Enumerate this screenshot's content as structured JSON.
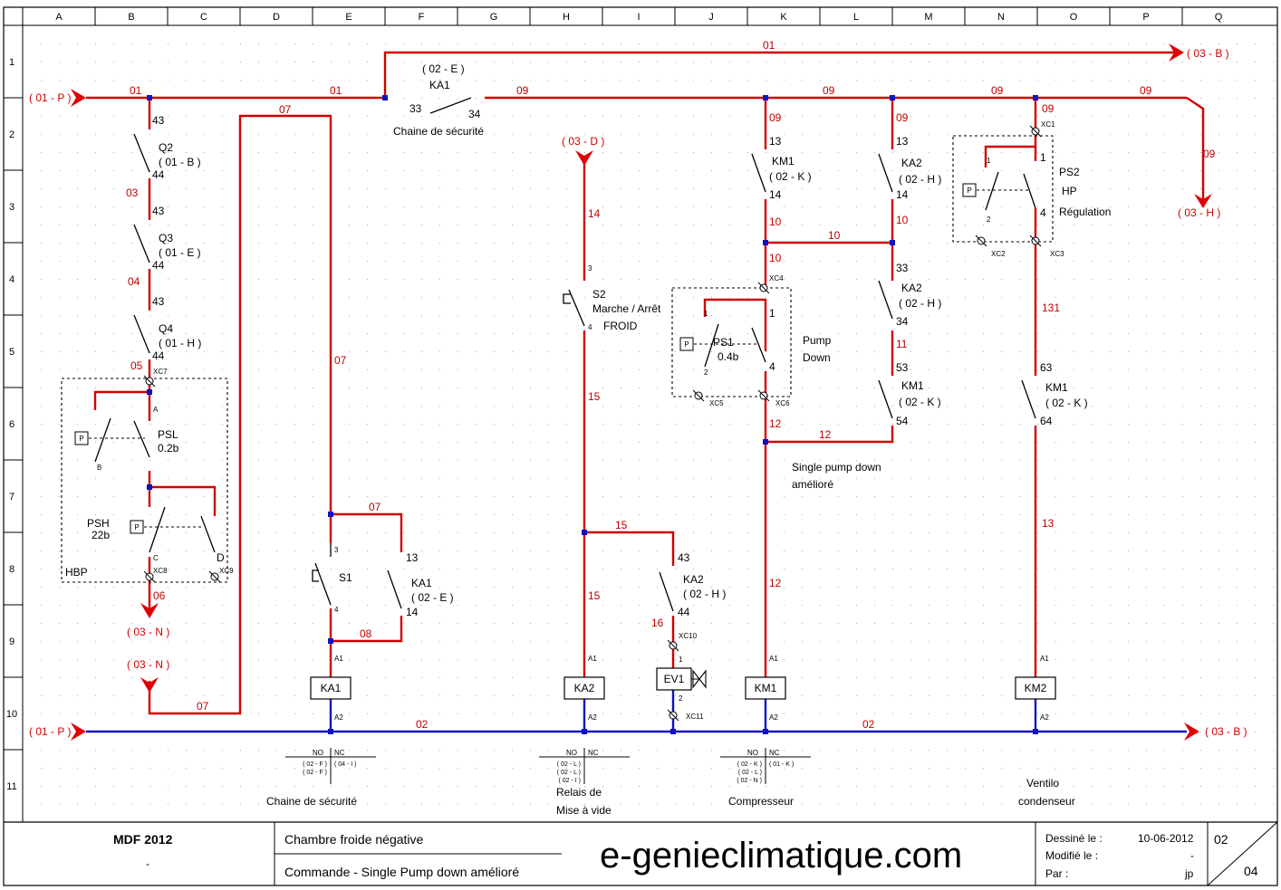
{
  "columns": [
    "A",
    "B",
    "C",
    "D",
    "E",
    "F",
    "G",
    "H",
    "I",
    "J",
    "K",
    "L",
    "M",
    "N",
    "O",
    "P",
    "Q"
  ],
  "rows": [
    "1",
    "2",
    "3",
    "4",
    "5",
    "6",
    "7",
    "8",
    "9",
    "10",
    "11"
  ],
  "refs": {
    "in_top": "( 01 - P )",
    "in_bottom": "( 01 - P )",
    "out_01": "( 03 - B )",
    "out_02": "( 03 - B )",
    "out_09": "( 03 - H )",
    "ref_03d": "( 03 - D )",
    "ref_03n_out": "( 03 - N )",
    "ref_03n_in": "( 03 - N )"
  },
  "wires": {
    "w01": "01",
    "w02": "02",
    "w03": "03",
    "w04": "04",
    "w05": "05",
    "w06": "06",
    "w07": "07",
    "w08": "08",
    "w09": "09",
    "w10": "10",
    "w11": "11",
    "w12": "12",
    "w13": "13",
    "w14": "14",
    "w15": "15",
    "w16": "16",
    "w131": "131"
  },
  "components": {
    "q2": {
      "name": "Q2",
      "ref": "( 01 - B )",
      "t1": "43",
      "t2": "44"
    },
    "q3": {
      "name": "Q3",
      "ref": "( 01 - E )",
      "t1": "43",
      "t2": "44"
    },
    "q4": {
      "name": "Q4",
      "ref": "( 01 - H )",
      "t1": "43",
      "t2": "44"
    },
    "psl": {
      "name": "PSL",
      "value": "0.2b",
      "a": "A",
      "b": "B"
    },
    "psh": {
      "name": "PSH",
      "value": "22b",
      "c": "C",
      "d": "D"
    },
    "hbp": "HBP",
    "ka1_main": {
      "ref": "( 02 - E )",
      "name": "KA1",
      "t1": "33",
      "t2": "34",
      "caption": "Chaine de sécurité"
    },
    "s1": {
      "name": "S1",
      "t1": "3",
      "t2": "4"
    },
    "ka1_hold": {
      "name": "KA1",
      "ref": "( 02 - E )",
      "t1": "13",
      "t2": "14"
    },
    "s2": {
      "name": "S2",
      "desc1": "Marche / Arrêt",
      "desc2": "FROID",
      "t1": "3",
      "t2": "4"
    },
    "ka2_ev": {
      "name": "KA2",
      "ref": "( 02 - H )",
      "t1": "43",
      "t2": "44"
    },
    "ev1": {
      "name": "EV1",
      "t1": "1",
      "t2": "2"
    },
    "km1_a": {
      "name": "KM1",
      "ref": "( 02 - K )",
      "t1": "13",
      "t2": "14"
    },
    "ka2_a": {
      "name": "KA2",
      "ref": "( 02 - H )",
      "t1": "13",
      "t2": "14"
    },
    "ka2_b": {
      "name": "KA2",
      "ref": "( 02 - H )",
      "t1": "33",
      "t2": "34"
    },
    "km1_b": {
      "name": "KM1",
      "ref": "( 02 - K )",
      "t1": "53",
      "t2": "54"
    },
    "ps1": {
      "name": "PS1",
      "value": "0.4b",
      "t1": "1",
      "t2": "2",
      "t4": "4",
      "desc1": "Pump",
      "desc2": "Down"
    },
    "ps2": {
      "name": "PS2",
      "desc1": "HP",
      "desc2": "Régulation",
      "t1": "1",
      "t2": "2",
      "t4": "4"
    },
    "km1_c": {
      "name": "KM1",
      "ref": "( 02 - K )",
      "t1": "63",
      "t2": "64"
    },
    "coil_ka1": {
      "name": "KA1",
      "a1": "A1",
      "a2": "A2"
    },
    "coil_ka2": {
      "name": "KA2",
      "a1": "A1",
      "a2": "A2"
    },
    "coil_km1": {
      "name": "KM1",
      "a1": "A1",
      "a2": "A2"
    },
    "coil_km2": {
      "name": "KM2",
      "a1": "A1",
      "a2": "A2"
    },
    "p_box": "P"
  },
  "terminals": {
    "xc1": "XC1",
    "xc2": "XC2",
    "xc3": "XC3",
    "xc4": "XC4",
    "xc5": "XC5",
    "xc6": "XC6",
    "xc7": "XC7",
    "xc8": "XC8",
    "xc9": "XC9",
    "xc10": "XC10",
    "xc11": "XC11"
  },
  "captions": {
    "single_pump_1": "Single pump down",
    "single_pump_2": "amélioré",
    "chaine": "Chaine de sécurité",
    "relais_1": "Relais de",
    "relais_2": "Mise à vide",
    "compresseur": "Compresseur",
    "ventilo_1": "Ventilo",
    "ventilo_2": "condenseur"
  },
  "xref_tables": {
    "header_no": "NO",
    "header_nc": "NC",
    "ka1": {
      "no": [
        "( 02 - F )",
        "( 02 - F )"
      ],
      "nc": [
        "( 04 - I )"
      ]
    },
    "ka2": {
      "no": [
        "( 02 - L )",
        "( 02 - L )",
        "( 02 - I )"
      ],
      "nc": []
    },
    "km1": {
      "no": [
        "( 02 - K )",
        "( 02 - L )",
        "( 02 - N )"
      ],
      "nc": [
        "( 01 - K )"
      ]
    }
  },
  "title_block": {
    "company": "MDF 2012",
    "company_sub": "-",
    "title1": "Chambre froide négative",
    "title2": "Commande - Single Pump down amélioré",
    "website": "e-genieclimatique.com",
    "drawn_label": "Dessiné le :",
    "drawn_value": "10-06-2012",
    "modified_label": "Modifié le :",
    "modified_value": "-",
    "by_label": "Par :",
    "by_value": "jp",
    "sheet": "02",
    "total": "04"
  }
}
